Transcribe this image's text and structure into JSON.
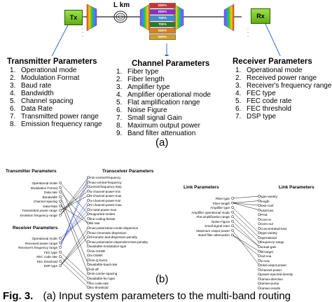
{
  "diagram_top": {
    "tx_label": "Tx",
    "rx_label": "Rx",
    "link_label": "L km",
    "amp_cards": [
      {
        "label": "EDFA",
        "color": "#c33"
      },
      {
        "label": "EDFA",
        "color": "#8a2fc8"
      },
      {
        "label": "TDFA",
        "color": "#3a8fd6"
      },
      {
        "label": "TDFA",
        "color": "#2a7a2a"
      },
      {
        "label": "EDFA",
        "color": "#e87c14"
      },
      {
        "label": "EDFA",
        "color": "#d6a014"
      }
    ]
  },
  "transmitter": {
    "title": "Transmitter Parameters",
    "items": [
      "Operational mode",
      "Modulation Format",
      "Baud rate",
      "Bandwidth",
      "Channel spacing",
      "Data Rate",
      "Transmitted power range",
      "Emission frequency range"
    ]
  },
  "channel": {
    "title": "Channel Parameters",
    "items": [
      "Fiber type",
      "Fiber length",
      "Amplifier type",
      "Amplifier operational mode",
      "Flat amplification range",
      "Noise Figure",
      "Small signal Gain",
      "Maximum output power",
      "Band filter attenuation"
    ]
  },
  "receiver": {
    "title": "Receiver Parameters",
    "items": [
      "Operational mode",
      "Received power range",
      "Receiver's frequency range",
      "FEC type",
      "FEC code rate",
      "FEC threshold",
      "DSP type"
    ]
  },
  "label_a": "(a)",
  "label_b": "(b)",
  "part_b": {
    "tx_title": "Transmitter Parameters",
    "tx_items": [
      "Operational mode",
      "Modulation Format",
      "Data rate",
      "Bandwidth",
      "Channel spacing",
      "Data Rate",
      "Transmitted power range",
      "Emission frequency range"
    ],
    "rx_title": "Receiver Parameters",
    "rx_items": [
      "Operational mode",
      "Received power range",
      "Receiver's frequency range",
      "FEC type",
      "FEC code rate",
      "FEC threshold",
      "DSP type"
    ],
    "trans_title": "Transceiver Parameters",
    "trans_items": [
      "min-central-frequency",
      "max-central-frequency",
      "central-frequency-step",
      "tx-channel-power-min",
      "tx-channel-power-max",
      "rx-channel-power-min",
      "rx-channel-power-max",
      "rx-total-power-max",
      "Supported modes",
      "line-coding-bitrate",
      "Bit rate",
      "max-polarization-mode-dispersion",
      "max-chromatic-dispersion",
      "chromatic-and-dispersion-penalty",
      "max-polarization-dependent-loss-penalty",
      "available-modulation-type",
      "min-OSNR",
      "rx-OSNR",
      "min-Q-factor",
      "available-baud-rate",
      "roll-off",
      "min-carrier-spacing",
      "available-fec-type",
      "fec-code-rate",
      "fec-threshold"
    ],
    "link_title_left": "Link Parameters",
    "link_items_left": [
      "Fiber type",
      "Fiber length",
      "Amplifier type",
      "Amplifier operational mode",
      "Flat amplification range",
      "Noise Figure",
      "Small signal Gain",
      "Maximum output power",
      "Band filter attenuation"
    ],
    "link_title_right": "Link Parameters",
    "link_items_right": [
      "type-variety",
      "length",
      "loss-coef",
      "total-loss",
      "Pmd",
      "conn-in",
      "conn-out",
      "Concentrated-loss",
      "type-variety",
      "operational",
      "frequency-range",
      "actual-gain",
      "tilt-target",
      "out-voa",
      "in-voa",
      "total-output-power",
      "channel-power",
      "power-spectral-density",
      "raman-direction",
      "raman-pump",
      "raman-results"
    ]
  },
  "caption": {
    "prefix": "Fig. 3.",
    "text": "(a) Input system parameters to the multi-band routing"
  }
}
